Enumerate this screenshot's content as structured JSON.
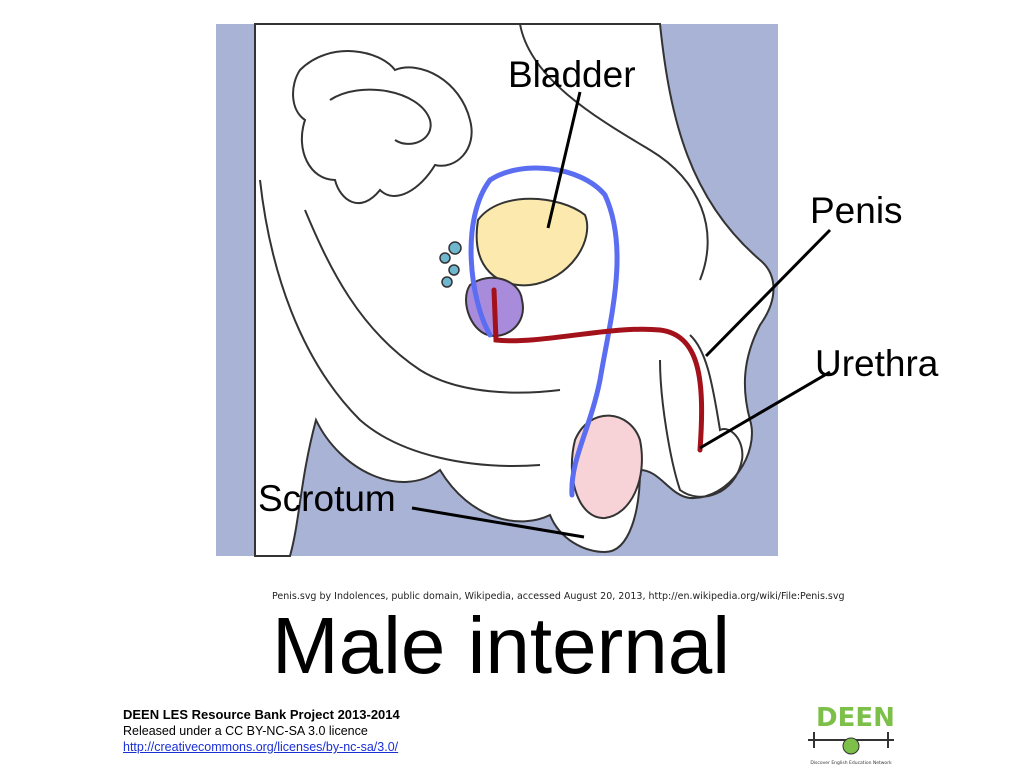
{
  "labels": {
    "bladder": "Bladder",
    "penis": "Penis",
    "urethra": "Urethra",
    "scrotum": "Scrotum"
  },
  "credit": "Penis.svg by Indolences, public domain, Wikipedia, accessed August 20, 2013, http://en.wikipedia.org/wiki/File:Penis.svg",
  "title": "Male internal",
  "footer": {
    "project": "DEEN LES Resource Bank Project 2013-2014",
    "licence": "Released under a CC BY-NC-SA 3.0 licence",
    "url": "http://creativecommons.org/licenses/by-nc-sa/3.0/"
  },
  "logo": {
    "text": "DEEN",
    "subtext": "Discover English Education Network"
  },
  "colors": {
    "background": "#a9b3d6",
    "bladder": "#fbe9ad",
    "prostate": "#a98bdc",
    "testis": "#f7d2d6",
    "vas_deferens": "#5b6df0",
    "urethra": "#a3111a",
    "seminal_vesicle": "#6fb6cf",
    "logo_green": "#7cc04a"
  }
}
